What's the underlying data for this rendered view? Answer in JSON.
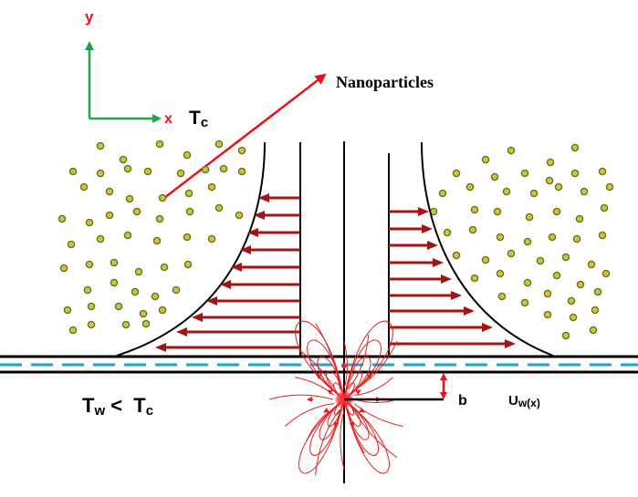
{
  "labels": {
    "y_axis": "y",
    "x_axis": "x",
    "nanoparticles": "Nanoparticles",
    "tc_main": "T",
    "tc_sub": "c",
    "tw_main": "T",
    "tw_sub": "w",
    "tw_compare": " <  T",
    "tw_compare_sub": "c",
    "b": "b",
    "uw_main": "U",
    "uw_sub": "w(x)"
  },
  "colors": {
    "axis_green": "#1aa64a",
    "axis_red": "#e8141b",
    "profile_arrow": "#a31515",
    "particle_fill": "#c8c83a",
    "particle_stroke": "#6e6e22",
    "dashed_line": "#1ea0d8",
    "field_lines": "#e02020",
    "wall": "#000000"
  }
}
